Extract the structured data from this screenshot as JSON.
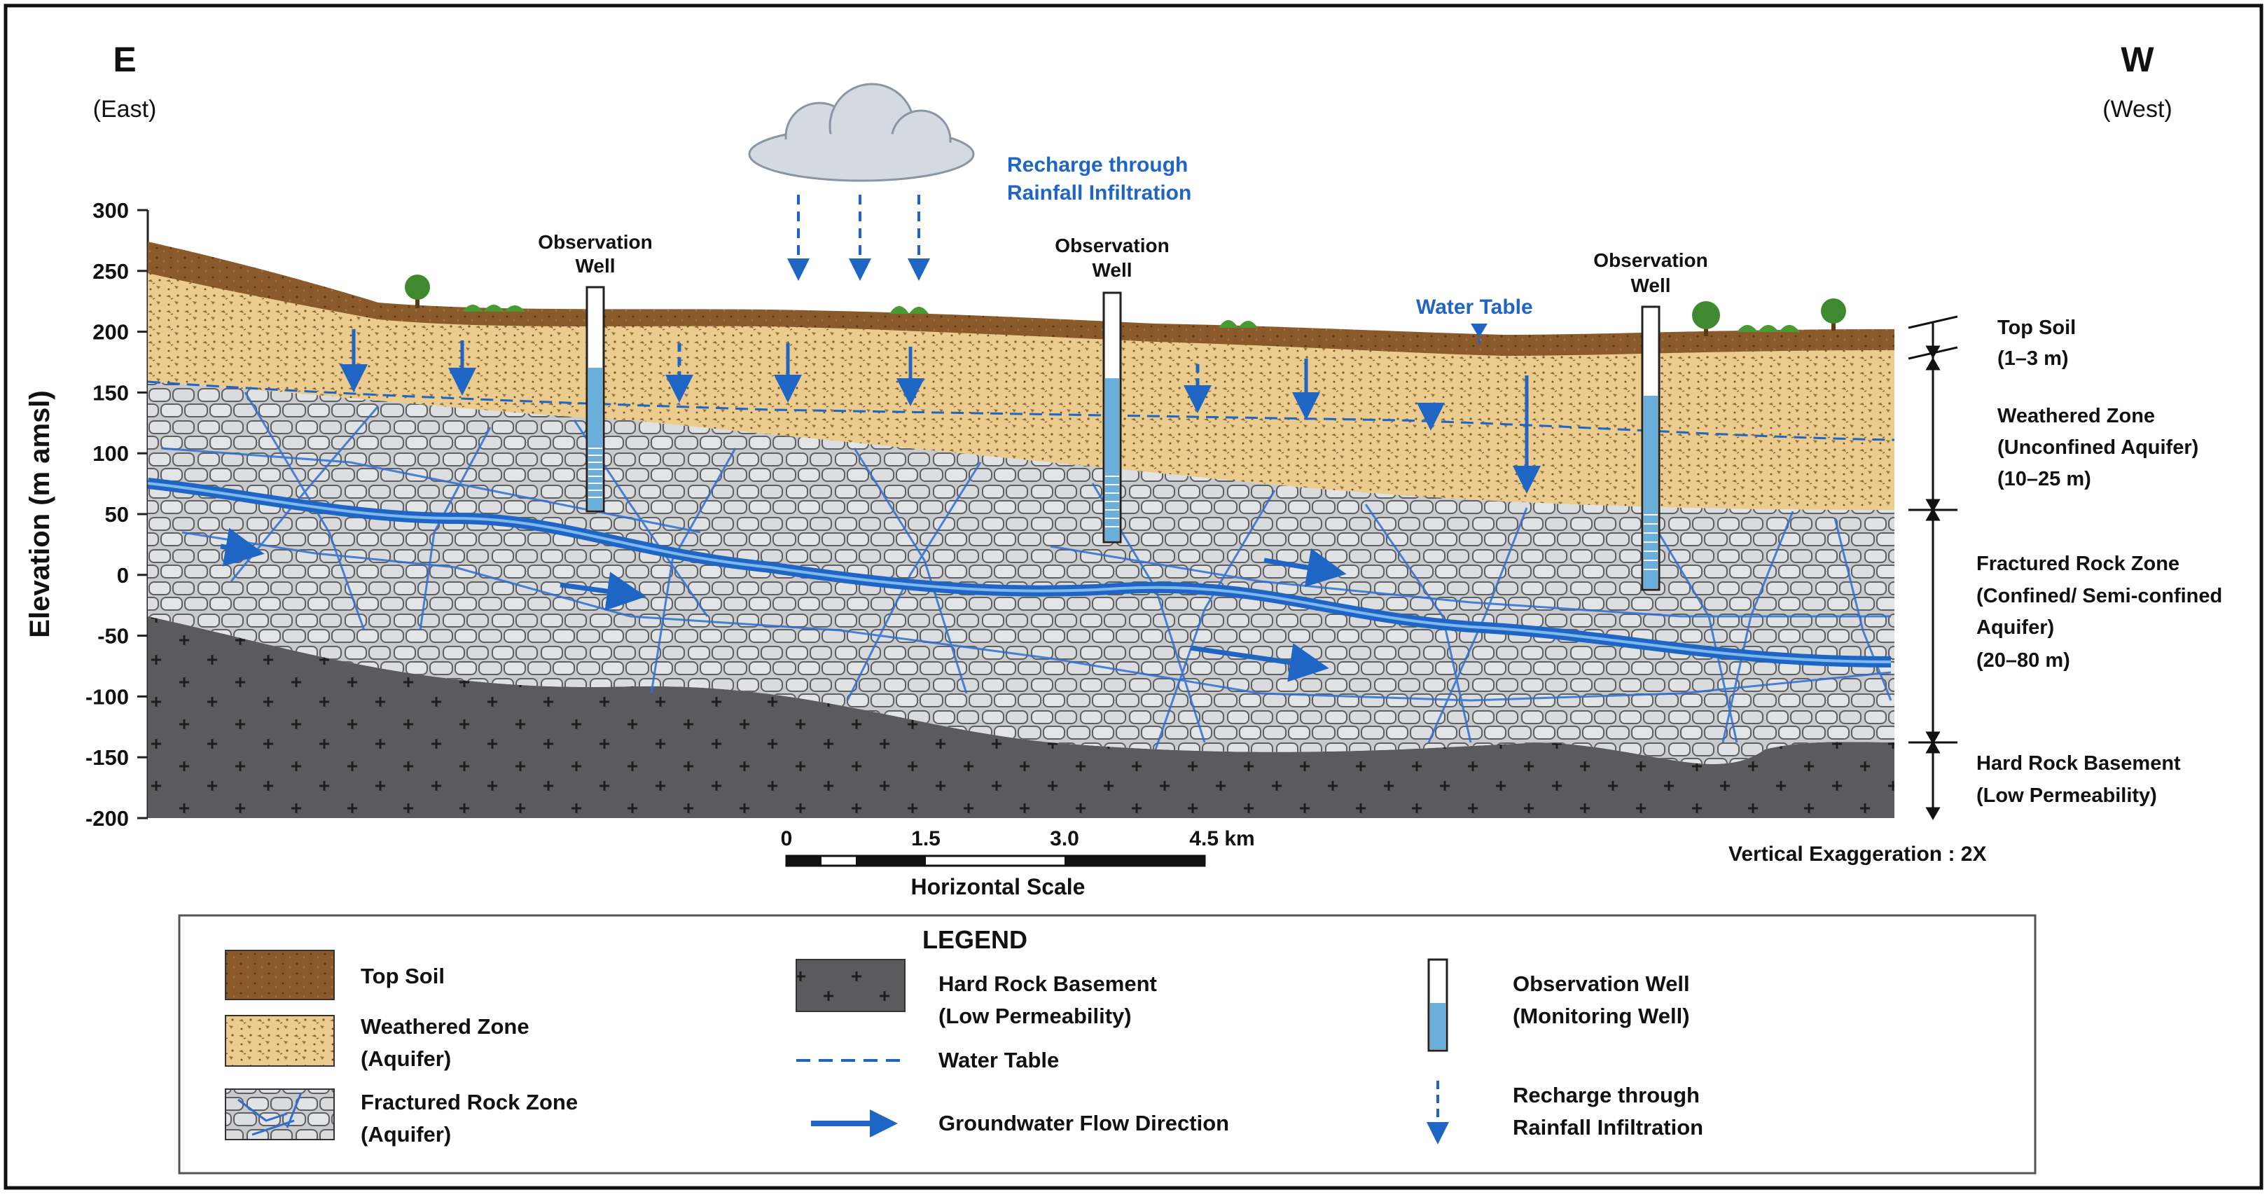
{
  "orientation": {
    "left_letter": "E",
    "left_label": "(East)",
    "right_letter": "W",
    "right_label": "(West)"
  },
  "y_axis": {
    "label": "Elevation (m amsl)",
    "ticks": [
      "300",
      "250",
      "200",
      "150",
      "100",
      "50",
      "0",
      "-50",
      "-100",
      "-150",
      "-200"
    ]
  },
  "annotations": {
    "recharge_line1": "Recharge through",
    "recharge_line2": "Rainfall Infiltration",
    "water_table": "Water Table",
    "vertical_exaggeration": "Vertical Exaggeration : 2X"
  },
  "wells": [
    {
      "line1": "Observation",
      "line2": "Well"
    },
    {
      "line1": "Observation",
      "line2": "Well"
    },
    {
      "line1": "Observation",
      "line2": "Well"
    }
  ],
  "zones": [
    {
      "line1": "Top Soil",
      "line2": "(1–3 m)",
      "line3": ""
    },
    {
      "line1": "Weathered Zone",
      "line2": "(Unconfined Aquifer)",
      "line3": "(10–25 m)"
    },
    {
      "line1": "Fractured Rock Zone",
      "line2": "(Confined/ Semi-confined",
      "line3": "Aquifer)",
      "line4": "(20–80 m)"
    },
    {
      "line1": "Hard Rock Basement",
      "line2": "(Low Permeability)"
    }
  ],
  "scale": {
    "ticks": [
      "0",
      "1.5",
      "3.0",
      "4.5 km"
    ],
    "label": "Horizontal Scale"
  },
  "legend": {
    "title": "LEGEND",
    "items": [
      {
        "line1": "Top Soil",
        "line2": ""
      },
      {
        "line1": "Weathered Zone",
        "line2": "(Aquifer)"
      },
      {
        "line1": "Fractured Rock Zone",
        "line2": "(Aquifer)"
      },
      {
        "line1": "Hard Rock Basement",
        "line2": "(Low Permeability)"
      },
      {
        "line1": "Water Table",
        "line2": ""
      },
      {
        "line1": "Groundwater Flow Direction",
        "line2": ""
      },
      {
        "line1": "Observation Well",
        "line2": "(Monitoring Well)"
      },
      {
        "line1": "Recharge through",
        "line2": "Rainfall Infiltration"
      }
    ]
  },
  "colors": {
    "topsoil": "#8a5a2b",
    "weathered": "#e9c98c",
    "fractured": "#cfd0d2",
    "basement": "#5a5a5a",
    "water_blue": "#1f66c4",
    "well_water": "#6aaedc"
  }
}
